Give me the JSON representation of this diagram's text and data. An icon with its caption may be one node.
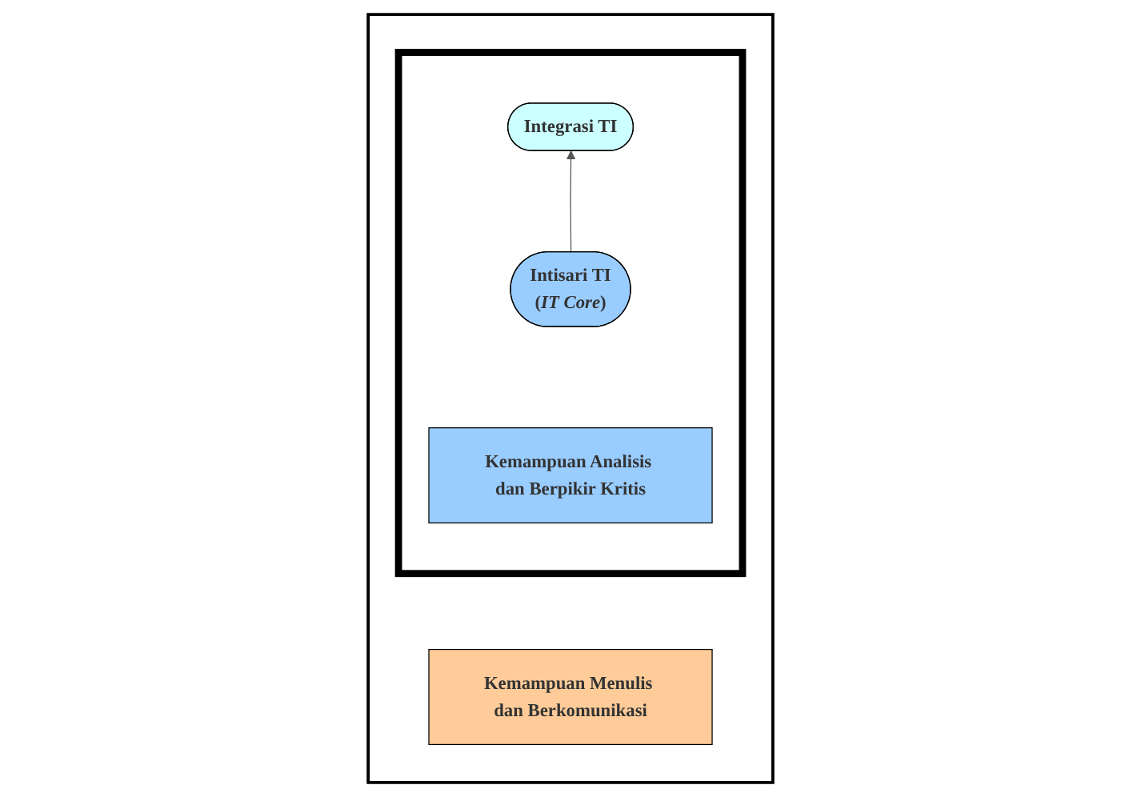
{
  "diagram": {
    "nodes": [
      {
        "text": [],
        "shape": "box"
      },
      {
        "text": [],
        "shape": "box",
        "in": 0
      },
      {
        "text": [
          "Integrasi TI"
        ],
        "in": 1
      },
      {
        "text": [
          "Intisari TI",
          "(*IT Core*)"
        ],
        "in": 1
      },
      {
        "text": [
          "Kemampuan Analisis dan Berpikir Kritis"
        ],
        "in": 1
      },
      {
        "text": [
          "Kemampuan Menulis dan Berkomunikasi"
        ],
        "in": 0
      }
    ],
    "edges": [
      {
        "from": 3,
        "to": 2,
        "arrow": "to"
      }
    ]
  }
}
